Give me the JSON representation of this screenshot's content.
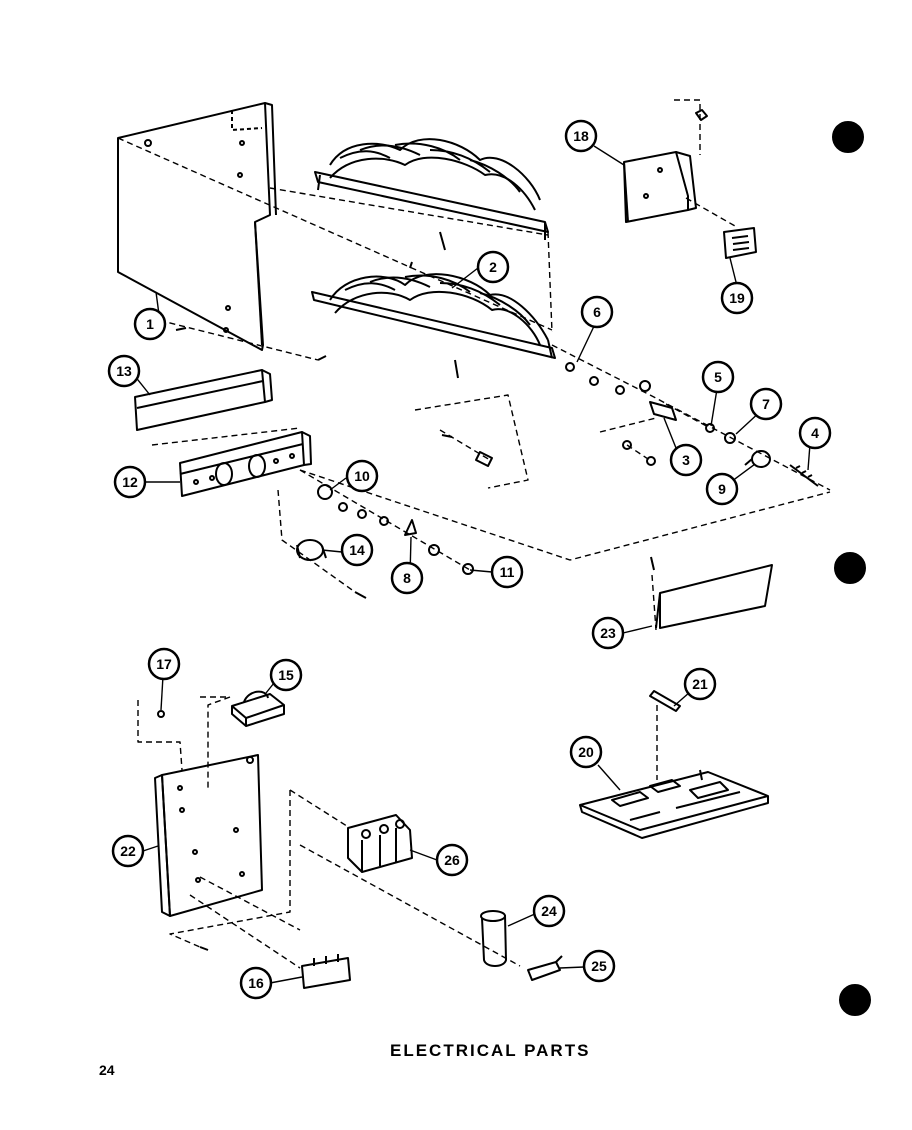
{
  "page": {
    "title": "ELECTRICAL PARTS",
    "page_number": "24"
  },
  "colors": {
    "ink": "#000000",
    "paper": "#ffffff"
  },
  "callouts": [
    {
      "id": "c1",
      "label": "1"
    },
    {
      "id": "c2",
      "label": "2"
    },
    {
      "id": "c3",
      "label": "3"
    },
    {
      "id": "c4",
      "label": "4"
    },
    {
      "id": "c5",
      "label": "5"
    },
    {
      "id": "c6",
      "label": "6"
    },
    {
      "id": "c7",
      "label": "7"
    },
    {
      "id": "c8",
      "label": "8"
    },
    {
      "id": "c9",
      "label": "9"
    },
    {
      "id": "c10",
      "label": "10"
    },
    {
      "id": "c11",
      "label": "11"
    },
    {
      "id": "c12",
      "label": "12"
    },
    {
      "id": "c13",
      "label": "13"
    },
    {
      "id": "c14",
      "label": "14"
    },
    {
      "id": "c15",
      "label": "15"
    },
    {
      "id": "c16",
      "label": "16"
    },
    {
      "id": "c17",
      "label": "17"
    },
    {
      "id": "c18",
      "label": "18"
    },
    {
      "id": "c19",
      "label": "19"
    },
    {
      "id": "c20",
      "label": "20"
    },
    {
      "id": "c21",
      "label": "21"
    },
    {
      "id": "c22",
      "label": "22"
    },
    {
      "id": "c23",
      "label": "23"
    },
    {
      "id": "c24",
      "label": "24"
    },
    {
      "id": "c25",
      "label": "25"
    },
    {
      "id": "c26",
      "label": "26"
    }
  ]
}
